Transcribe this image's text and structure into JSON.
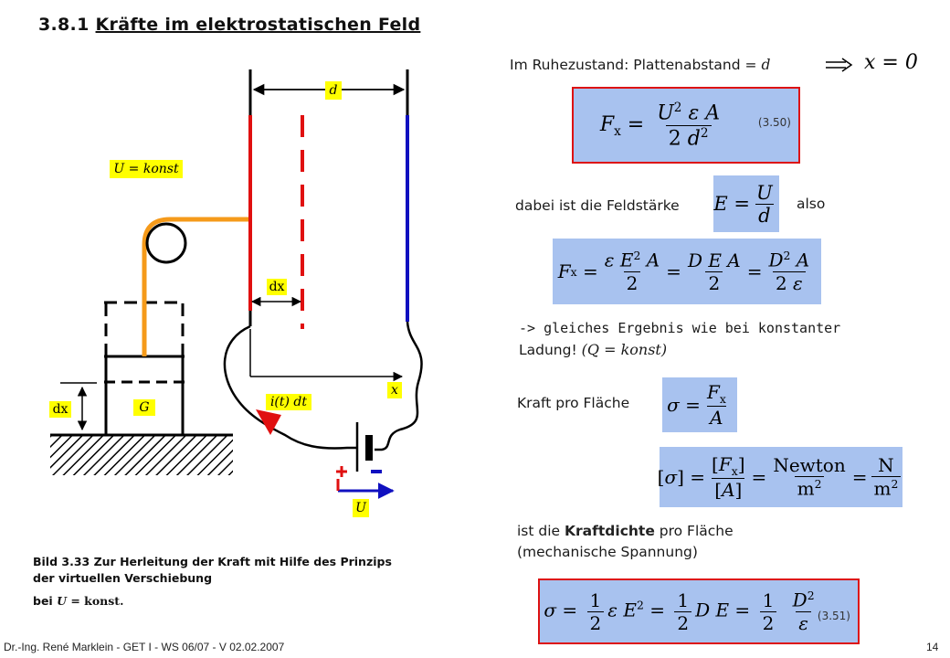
{
  "header": {
    "number": "3.8.1",
    "title": "Kräfte im elektrostatischen Feld"
  },
  "diagram": {
    "label_d": "d",
    "label_U_konst": "U = konst",
    "label_dx_gap": "dx",
    "label_dx_left": "dx",
    "label_G": "G",
    "label_x": "x",
    "label_current": "i(t) dt",
    "label_U_source": "U",
    "plus_sign": "+",
    "minus_sign": "−"
  },
  "caption": {
    "line1": "Bild 3.33 Zur Herleitung der Kraft mit Hilfe des Prinzips",
    "line2": "der virtuellen Verschiebung",
    "line3_prefix": "bei",
    "line3_var": "U",
    "line3_suffix": "= konst."
  },
  "right": {
    "rest_state_text": "Im Ruhezustand: Plattenabstand =",
    "rest_state_var": "d",
    "rest_state_result": "x = 0",
    "eq350_number": "(3.50)",
    "field_text": "dabei ist die Feldstärke",
    "also_text": "also",
    "same_result_line1": "-> gleiches Ergebnis wie bei konstanter",
    "same_result_line2": "Ladung!",
    "same_result_paren": "(Q = konst)",
    "force_per_area_text": "Kraft pro Fläche",
    "units_newton": "Newton",
    "units_m2": "m",
    "units_N": "N",
    "kraftdichte_prefix": "ist die",
    "kraftdichte_bold": "Kraftdichte",
    "kraftdichte_suffix": "pro Fläche",
    "kraftdichte_line2": "(mechanische Spannung)",
    "eq351_number": "(3.51)"
  },
  "footer": {
    "author": "Dr.-Ing. René Marklein - GET I - WS 06/07 - V 02.02.2007",
    "page": "14"
  },
  "colors": {
    "plate_left": "#e01010",
    "plate_right": "#1010c0",
    "wire_orange": "#f59a1a",
    "label_yellow": "#ffff00",
    "math_blue": "#a8c2ef",
    "frame_red": "#d11111"
  }
}
